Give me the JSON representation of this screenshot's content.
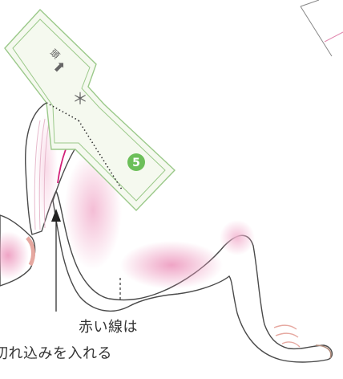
{
  "pattern_piece": {
    "direction_text": "頭",
    "direction_symbol": "⬆",
    "mark_symbol": "＊",
    "step_number": "5"
  },
  "caption": {
    "line1": "赤い線は",
    "line2": "切れ込みを入れる"
  },
  "colors": {
    "piece_fill": "#f5f9ef",
    "piece_stroke": "#9bc98a",
    "badge": "#6cbf59",
    "cut_line": "#d21f78",
    "stitch": "#333333",
    "shading": "#f2b3cf",
    "outline": "#4a4a4a",
    "pointer": "#222222"
  }
}
